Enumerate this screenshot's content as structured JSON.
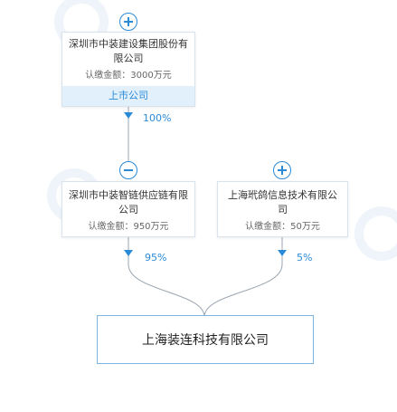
{
  "top": {
    "name": "深圳市中装建设集团股份有限公司",
    "amount": "认缴金额：3000万元",
    "tag": "上市公司",
    "percent": "100%"
  },
  "middle_left": {
    "name": "深圳市中装智链供应链有限公司",
    "amount": "认缴金额：950万元",
    "percent": "95%"
  },
  "middle_right": {
    "name": "上海玳鸽信息技术有限公司",
    "amount": "认缴金额：50万元",
    "percent": "5%"
  },
  "target": {
    "name": "上海装连科技有限公司"
  },
  "colors": {
    "accent": "#2b8ad6",
    "tag_bg": "#e2f0fc",
    "border": "#d8e3ee"
  },
  "icons": {
    "expand": "plus-circle-icon",
    "collapse": "minus-circle-icon"
  }
}
